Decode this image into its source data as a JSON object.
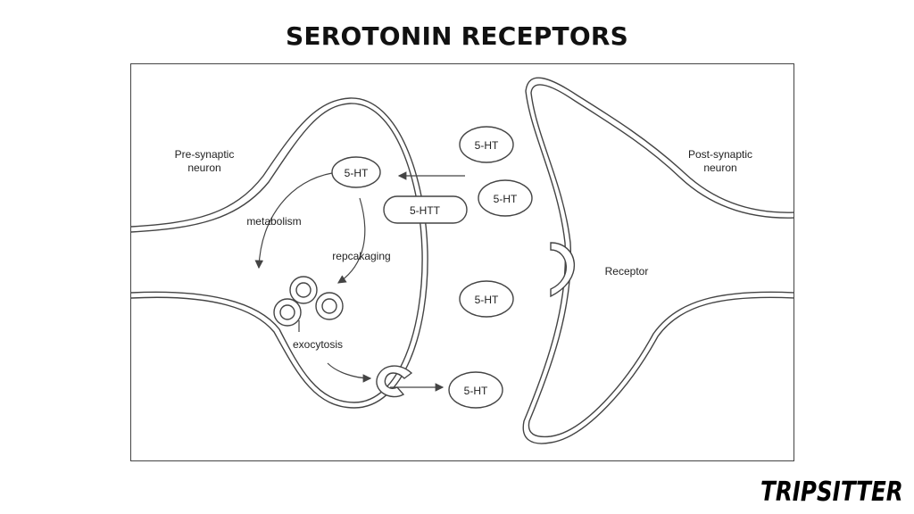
{
  "page": {
    "title": "SEROTONIN RECEPTORS",
    "brand": "TRIPSITTER"
  },
  "diagram": {
    "pre_label_line1": "Pre-synaptic",
    "pre_label_line2": "neuron",
    "post_label_line1": "Post-synaptic",
    "post_label_line2": "neuron",
    "inner_5ht": "5-HT",
    "transporter": "5-HTT",
    "metabolism": "metabolism",
    "repackaging": "repcakaging",
    "exocytosis": "exocytosis",
    "receptor": "Receptor",
    "cleft_5ht_1": "5-HT",
    "cleft_5ht_2": "5-HT",
    "cleft_5ht_3": "5-HT",
    "released_5ht": "5-HT"
  },
  "colors": {
    "stroke": "#444444",
    "text": "#222222"
  }
}
